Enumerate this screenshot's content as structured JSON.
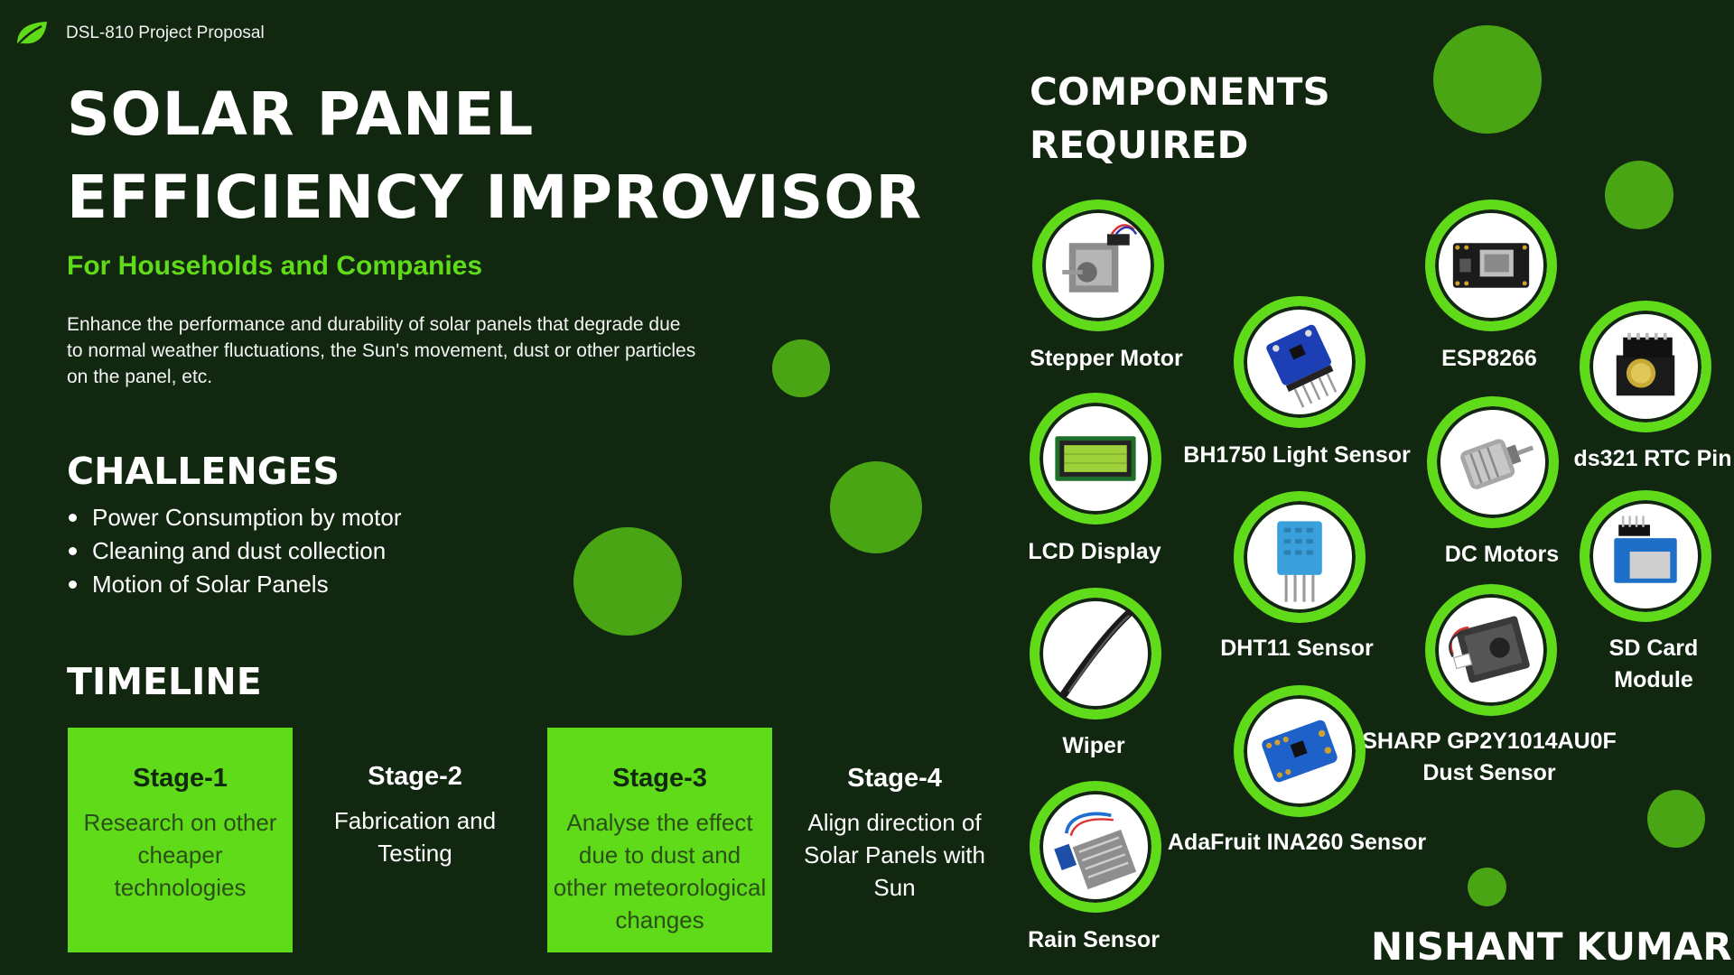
{
  "header": {
    "project_label": "DSL-810 Project Proposal",
    "icon": "leaf-icon"
  },
  "title": {
    "line1": "SOLAR PANEL",
    "line2": "EFFICIENCY IMPROVISOR"
  },
  "subtitle": "For Households and Companies",
  "description": "Enhance the performance and durability of solar panels that degrade due to normal weather fluctuations, the Sun's movement, dust or other particles on the panel, etc.",
  "challenges": {
    "heading": "CHALLENGES",
    "items": [
      "Power Consumption by motor",
      "Cleaning and dust collection",
      "Motion of Solar Panels"
    ]
  },
  "timeline": {
    "heading": "TIMELINE",
    "stages": [
      {
        "title": "Stage-1",
        "desc": "Research on other cheaper technologies"
      },
      {
        "title": "Stage-2",
        "desc": "Fabrication and Testing"
      },
      {
        "title": "Stage-3",
        "desc": "Analyse the effect due to dust and other meteorological changes"
      },
      {
        "title": "Stage-4",
        "desc": "Align direction of Solar Panels with Sun"
      }
    ]
  },
  "components": {
    "heading_line1": "COMPONENTS",
    "heading_line2": "REQUIRED",
    "items": [
      {
        "label": "Stepper Motor",
        "icon": "stepper-motor-icon"
      },
      {
        "label": "BH1750 Light Sensor",
        "icon": "light-sensor-icon"
      },
      {
        "label": "ESP8266",
        "icon": "esp8266-board-icon"
      },
      {
        "label": "ds321 RTC Pin",
        "icon": "rtc-module-icon"
      },
      {
        "label": "LCD Display",
        "icon": "lcd-display-icon"
      },
      {
        "label": "DC Motors",
        "icon": "dc-motor-icon"
      },
      {
        "label": "DHT11 Sensor",
        "icon": "dht11-sensor-icon"
      },
      {
        "label": "SD Card Module",
        "icon": "sd-card-module-icon"
      },
      {
        "label": "Wiper",
        "icon": "wiper-icon"
      },
      {
        "label": "SHARP GP2Y1014AU0F Dust Sensor",
        "icon": "dust-sensor-icon"
      },
      {
        "label": "AdaFruit INA260 Sensor",
        "icon": "ina260-sensor-icon"
      },
      {
        "label": "Rain Sensor",
        "icon": "rain-sensor-icon"
      }
    ]
  },
  "author": "NISHANT KUMAR",
  "colors": {
    "background": "#112710",
    "accent": "#5fdb1a",
    "decor_circle": "#4aa514",
    "stage_text_dark": "#10280e"
  }
}
